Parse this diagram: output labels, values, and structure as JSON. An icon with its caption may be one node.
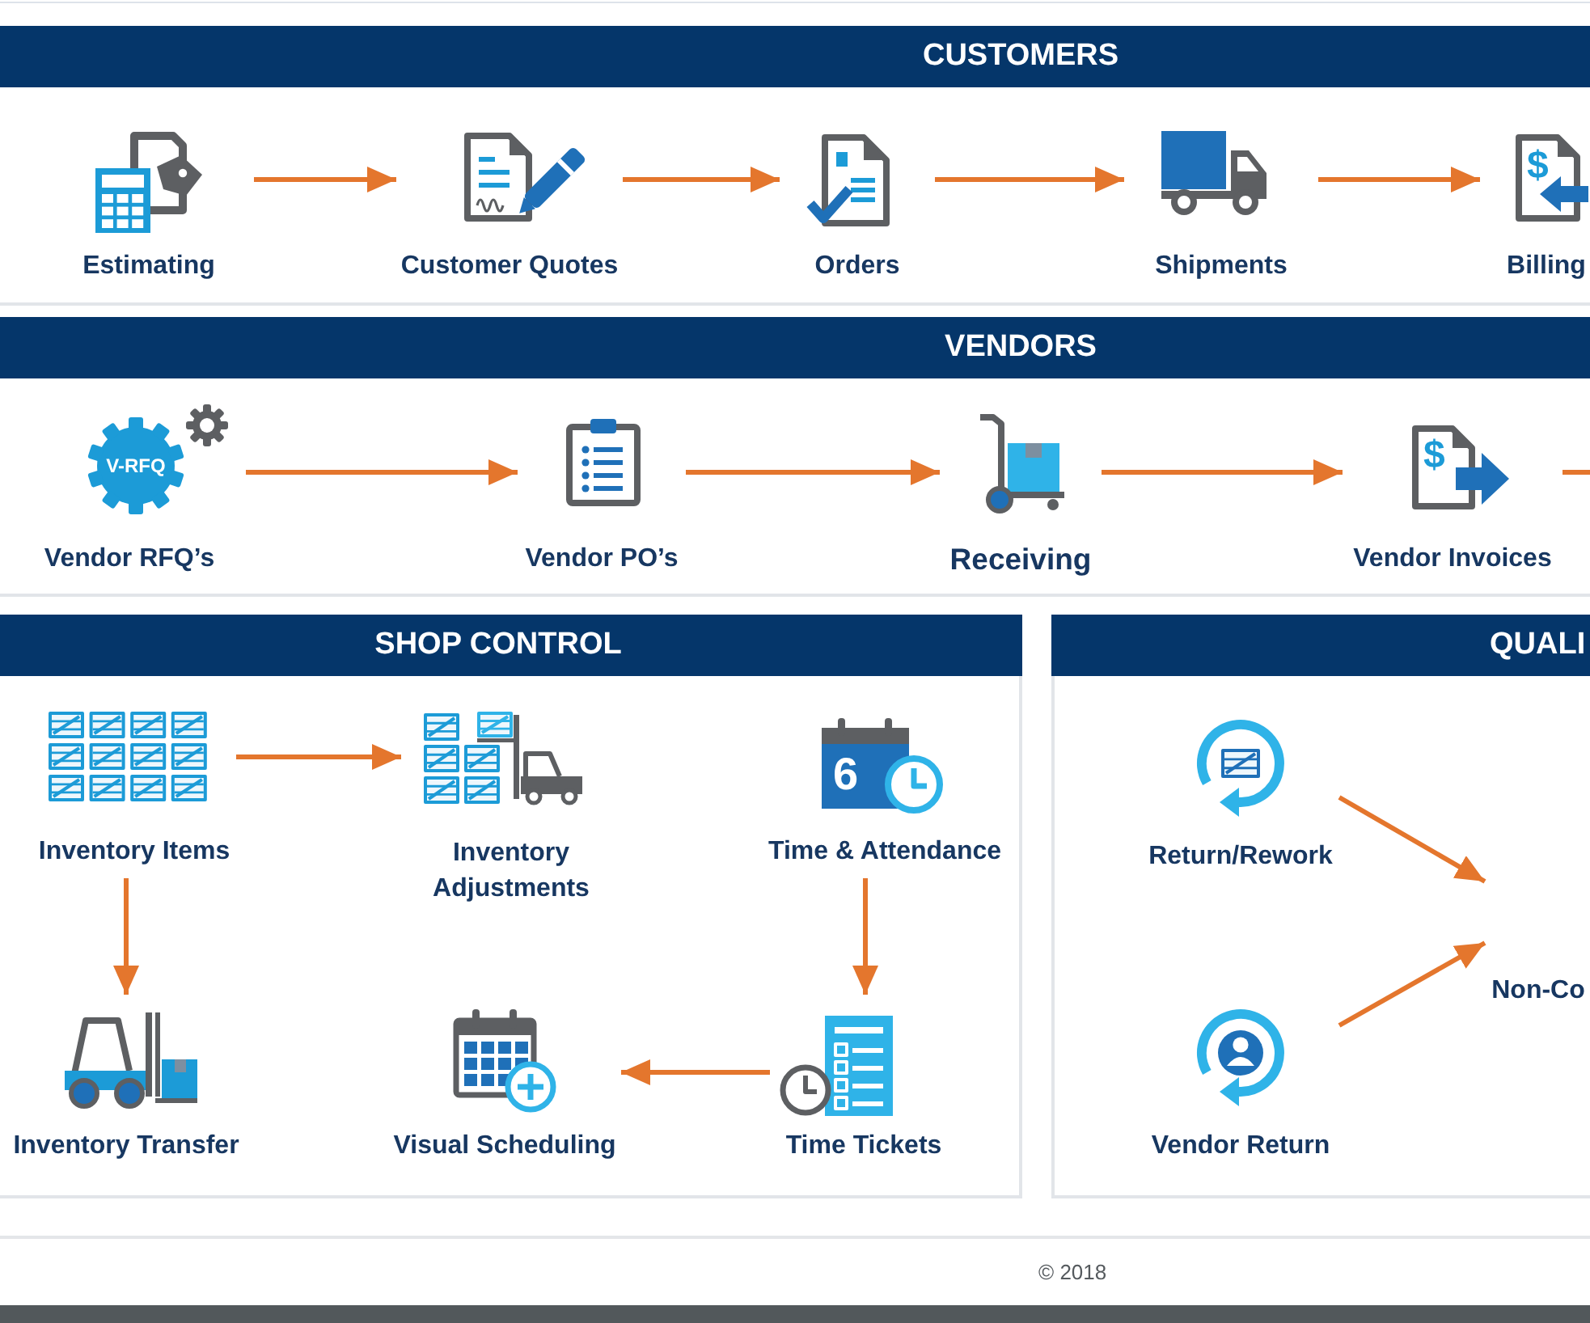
{
  "diagram": {
    "nodes": [
      {
        "text": [
          "CUSTOMERS"
        ]
      },
      {
        "text": [
          "Estimating"
        ],
        "in": 0
      },
      {
        "text": [
          "Customer Quotes"
        ],
        "in": 0
      },
      {
        "text": [
          "Orders"
        ],
        "in": 0
      },
      {
        "text": [
          "Shipments"
        ],
        "in": 0
      },
      {
        "text": [
          "$",
          "Billing"
        ],
        "in": 0
      },
      {
        "text": [
          "VENDORS"
        ]
      },
      {
        "text": [
          "V-RFQ",
          "Vendor RFQ’s"
        ],
        "in": 6
      },
      {
        "text": [
          "Vendor PO’s"
        ],
        "in": 6
      },
      {
        "text": [
          "Receiving"
        ],
        "in": 6
      },
      {
        "text": [
          "$",
          "Vendor Invoices"
        ],
        "in": 6
      },
      {
        "text": [
          "SHOP CONTROL"
        ]
      },
      {
        "text": [
          "Inventory Items"
        ],
        "in": 11
      },
      {
        "text": [
          "Inventory Adjustments"
        ],
        "in": 11
      },
      {
        "text": [
          "6",
          "Time & Attendance"
        ],
        "in": 11
      },
      {
        "text": [
          "Inventory Transfer"
        ],
        "in": 11
      },
      {
        "text": [
          "Visual Scheduling"
        ],
        "in": 11
      },
      {
        "text": [
          "Time Tickets"
        ],
        "in": 11
      },
      {
        "text": [
          "QUALI"
        ]
      },
      {
        "text": [
          "Return/Rework"
        ],
        "in": 18
      },
      {
        "text": [
          "Non-Co"
        ],
        "in": 18
      },
      {
        "text": [
          "Vendor Return"
        ],
        "in": 18
      }
    ],
    "edges": [
      {
        "from": 1,
        "to": 2,
        "arrow": "to"
      },
      {
        "from": 2,
        "to": 3,
        "arrow": "to"
      },
      {
        "from": 3,
        "to": 4,
        "arrow": "to"
      },
      {
        "from": 4,
        "to": 5,
        "arrow": "to"
      },
      {
        "from": 7,
        "to": 8,
        "arrow": "to"
      },
      {
        "from": 8,
        "to": 9,
        "arrow": "to"
      },
      {
        "from": 9,
        "to": 10,
        "arrow": "to"
      },
      {
        "from": 10,
        "to": null,
        "arrow": "none"
      },
      {
        "from": 12,
        "to": 13,
        "arrow": "to"
      },
      {
        "from": 12,
        "to": 15,
        "arrow": "to"
      },
      {
        "from": 14,
        "to": 17,
        "arrow": "to"
      },
      {
        "from": 17,
        "to": 16,
        "arrow": "to"
      },
      {
        "from": 19,
        "to": 20,
        "arrow": "to"
      },
      {
        "from": 21,
        "to": 20,
        "arrow": "to"
      }
    ],
    "labels": [
      "© 2018"
    ]
  }
}
